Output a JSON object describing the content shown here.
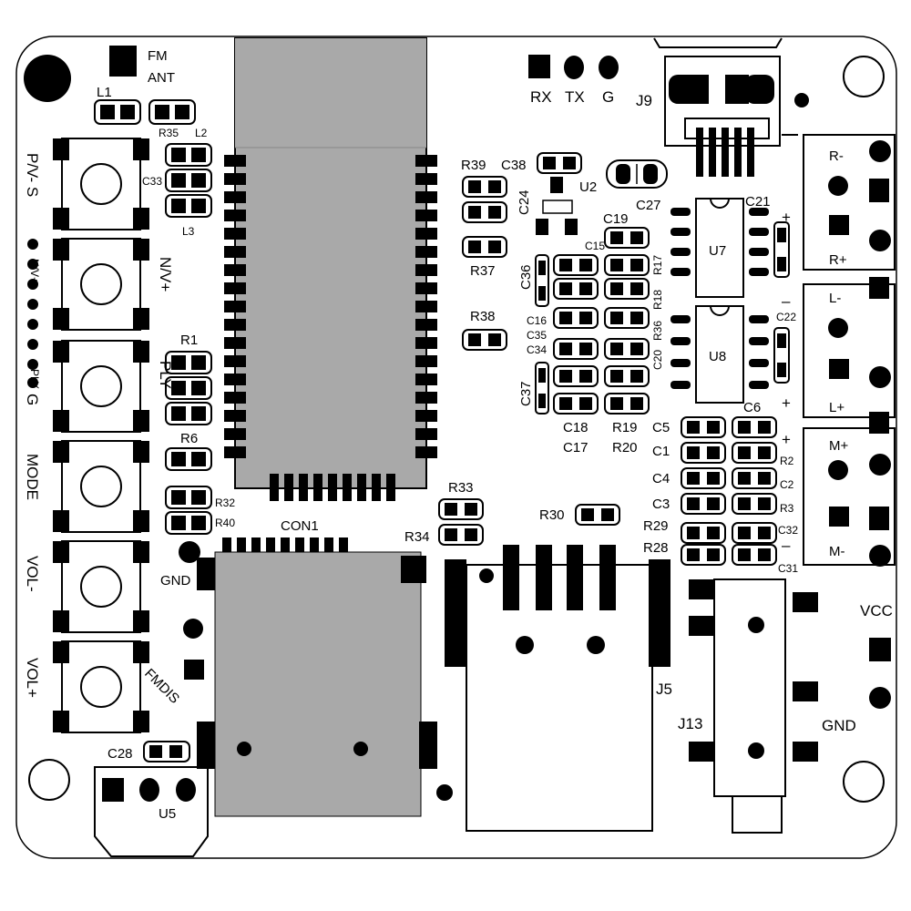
{
  "board": {
    "fm_ant": [
      "FM",
      "ANT"
    ],
    "serial": {
      "rx": "RX",
      "tx": "TX",
      "g": "G"
    },
    "connectors": {
      "j9": "J9",
      "j5": "J5",
      "j13": "J13",
      "con1": "CON1",
      "u5": "U5"
    },
    "left_side": {
      "pv_minus_s": "P/V- S",
      "nv_plus": "N/V+",
      "ply": "PLY",
      "g": "G"
    },
    "buttons": [
      "P/V-",
      "N/V+",
      "PLY",
      "MODE",
      "VOL-",
      "VOL+"
    ],
    "speaker_terminals": {
      "r_minus": "R-",
      "r_plus": "R+",
      "l_minus": "L-",
      "l_plus": "L+",
      "m_plus": "M+",
      "m_minus": "M-"
    },
    "power": {
      "vcc": "VCC",
      "gnd_right": "GND",
      "gnd_left": "GND"
    },
    "fmdis": "FMDIS",
    "ics": {
      "u7": "U7",
      "u8": "U8",
      "u2": "U2"
    },
    "components": {
      "L1": "L1",
      "R35": "R35",
      "L2": "L2",
      "C33": "C33",
      "L3": "L3",
      "R1": "R1",
      "R6": "R6",
      "R32": "R32",
      "R40": "R40",
      "C28": "C28",
      "R39": "R39",
      "C38": "C38",
      "C24": "C24",
      "R37": "R37",
      "R38": "R38",
      "C27": "C27",
      "C19": "C19",
      "C15": "C15",
      "R17": "R17",
      "C21": "C21",
      "C36": "C36",
      "R18": "R18",
      "R36": "R36",
      "C20": "C20",
      "C16": "C16",
      "C35": "C35",
      "C34": "C34",
      "C37": "C37",
      "C22": "C22",
      "C18": "C18",
      "C17": "C17",
      "R19": "R19",
      "R20": "R20",
      "C5": "C5",
      "C1": "C1",
      "C4": "C4",
      "C3": "C3",
      "C6": "C6",
      "R2": "R2",
      "C2": "C2",
      "R3": "R3",
      "C32": "C32",
      "C31": "C31",
      "R29": "R29",
      "R28": "R28",
      "R33": "R33",
      "R34": "R34",
      "R30": "R30"
    },
    "polarity": {
      "plus": "+",
      "minus": "–"
    }
  }
}
